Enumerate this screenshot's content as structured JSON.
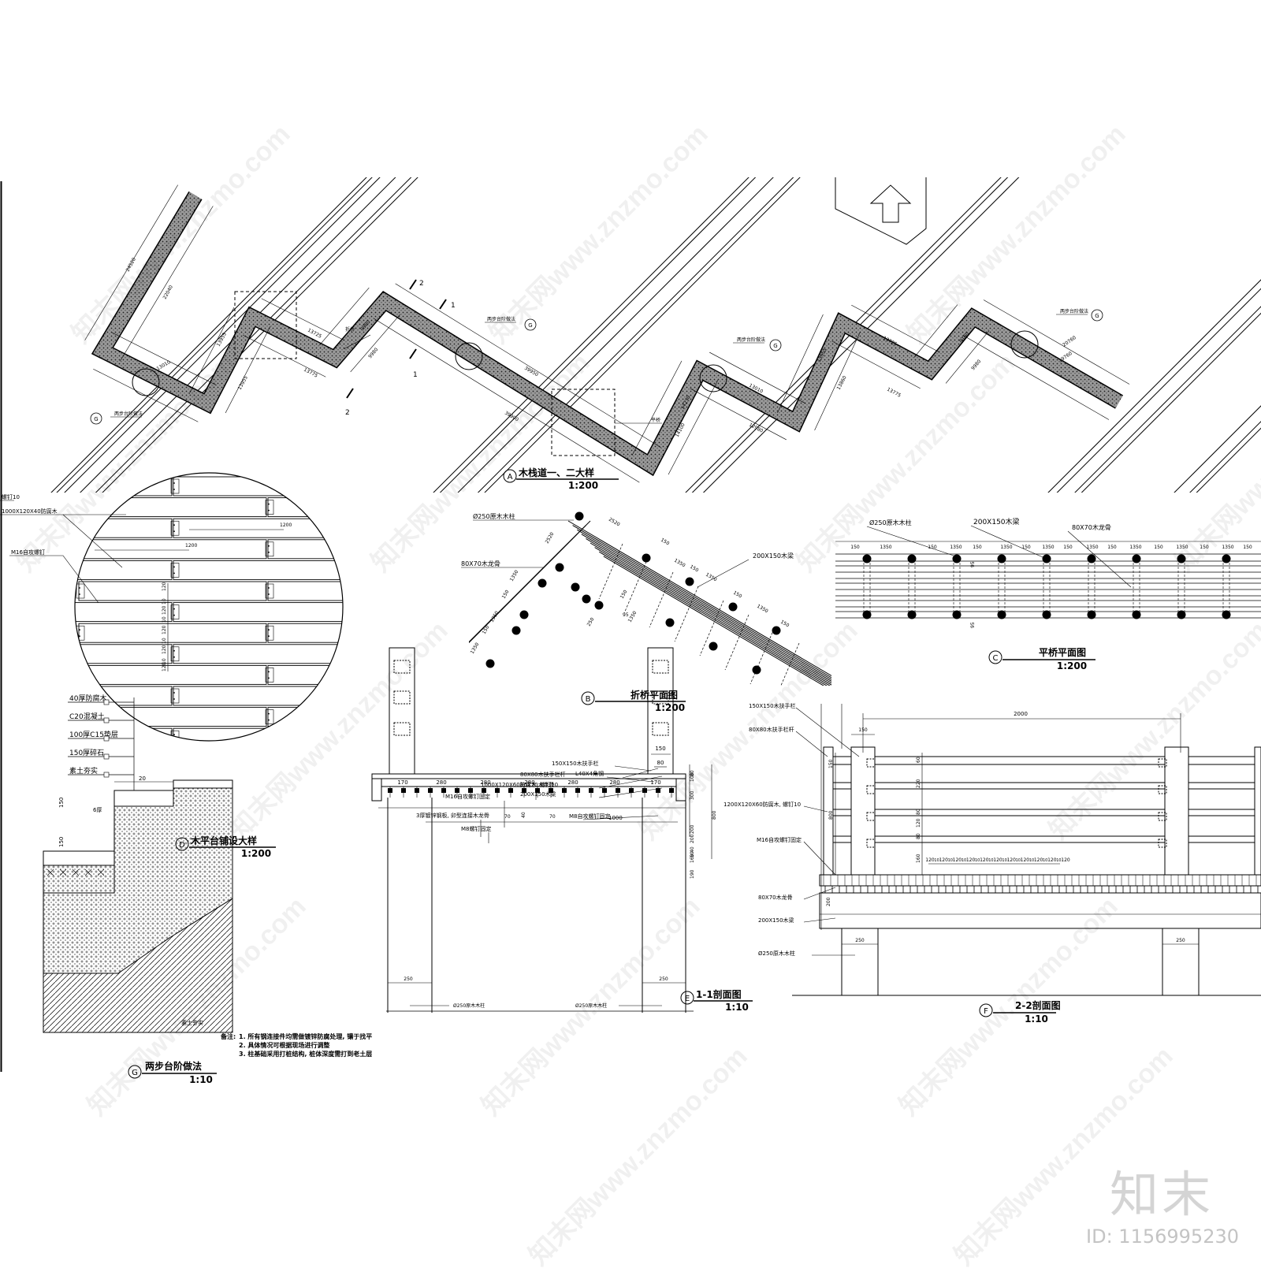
{
  "views": {
    "A": {
      "letter": "A",
      "title": "木栈道一、二大样",
      "scale": "1:200"
    },
    "B": {
      "letter": "B",
      "title": "折桥平面图",
      "scale": "1:200"
    },
    "C": {
      "letter": "C",
      "title": "平桥平面图",
      "scale": "1:200"
    },
    "D": {
      "letter": "D",
      "title": "木平台铺设大样",
      "scale": "1:200"
    },
    "E": {
      "letter": "E",
      "title": "1-1剖面图",
      "scale": "1:10"
    },
    "F": {
      "letter": "F",
      "title": "2-2剖面图",
      "scale": "1:10"
    },
    "G": {
      "letter": "G",
      "title": "两步台阶做法",
      "scale": "1:10"
    }
  },
  "plan_a": {
    "callout_step": "两步台阶做法",
    "label_fold_bridge": "折桥",
    "label_flat_bridge": "平桥",
    "ref_g": "G",
    "cut_1": "1",
    "cut_2": "2",
    "dims": [
      "24520",
      "22040",
      "13010",
      "13955",
      "13955",
      "13725",
      "13775",
      "9980",
      "9980",
      "39950",
      "39900",
      "14230",
      "14100",
      "13010",
      "12980",
      "13955",
      "13860",
      "13725",
      "13775",
      "9160",
      "9980",
      "20760",
      "19760"
    ]
  },
  "plan_b": {
    "label_post": "Ø250原木木柱",
    "label_joist": "80X70木龙骨",
    "label_beam": "200X150木梁",
    "dims": [
      "2520",
      "2520",
      "150",
      "1350",
      "150",
      "1350",
      "150",
      "1350",
      "150",
      "1350",
      "150",
      "1350",
      "150",
      "1350",
      "150",
      "1350",
      "95",
      "250"
    ]
  },
  "plan_c": {
    "label_post": "Ø250原木木柱",
    "label_beam": "200X150木梁",
    "label_joist": "80X70木龙骨",
    "dims": [
      "150",
      "1350",
      "150",
      "1350",
      "150",
      "1350",
      "150",
      "1350",
      "150",
      "1350",
      "150",
      "1350",
      "150",
      "1350",
      "150",
      "1350",
      "150",
      "95",
      "95"
    ]
  },
  "detail_d": {
    "label_top": "螺钉10",
    "label_board": "1000X120X40防腐木",
    "label_bolt": "M16自攻螺钉",
    "dim_1200a": "1200",
    "dim_1200b": "1200",
    "dims_v": [
      "120",
      "10",
      "120",
      "10",
      "120",
      "10",
      "120",
      "10",
      "120"
    ]
  },
  "section_g": {
    "layers": [
      "40厚防腐木",
      "C20混凝土",
      "100厚C15垫层",
      "150厚碎石",
      "素土夯实"
    ],
    "dim_top": "20",
    "dims": [
      "150",
      "150"
    ],
    "label_mid": "6厚",
    "label_ground": "素土夯实"
  },
  "notes": {
    "heading": "备注:",
    "lines": [
      "1. 所有钢连接件均需做镀锌防腐处理, 镶于找平",
      "2. 具体情况可根据现场进行调整",
      "3. 柱基础采用打桩结构, 桩体深度需打到老土层"
    ]
  },
  "section_e": {
    "labels": [
      "150X150木扶手栏",
      "80X80木扶手栏杆",
      "1000X120X60防腐木, 螺钉10",
      "M16自攻螺钉固定",
      "3厚镀锌钢板, 卯型连接木龙骨",
      "M8螺钉固定",
      "L40X4角钢",
      "80X70木龙骨",
      "200X150木梁",
      "M8自攻螺钉固定"
    ],
    "dims_top": [
      "150",
      "80"
    ],
    "dims_right": [
      "80",
      "100",
      "300",
      "800",
      "200",
      "200",
      "40",
      "50",
      "160",
      "190"
    ],
    "dims_mid": [
      "70",
      "70",
      "1000",
      "40"
    ],
    "dims_bottom": [
      "170",
      "280",
      "280",
      "280",
      "280",
      "280",
      "170"
    ],
    "dims_base": [
      "250",
      "250"
    ],
    "post_left": "Ø250原木木柱",
    "post_right": "Ø250原木木柱"
  },
  "section_f": {
    "labels": [
      "150X150木扶手栏",
      "80X80木扶手栏杆",
      "1200X120X60防腐木, 螺钉10",
      "M16自攻螺钉固定",
      "80X70木龙骨",
      "200X150木梁",
      "Ø250原木木柱"
    ],
    "dim_span": "2000",
    "dim_150": "150",
    "dims_left": [
      "150",
      "800"
    ],
    "dims_right": [
      "60",
      "220",
      "80",
      "120",
      "80",
      "160"
    ],
    "dims_bottom_left": [
      "200"
    ],
    "dims_spacing": [
      "120",
      "10",
      "120",
      "10",
      "120",
      "10",
      "120",
      "10",
      "120",
      "10",
      "120",
      "10",
      "120",
      "10",
      "120",
      "10",
      "120",
      "10",
      "120",
      "10",
      "120"
    ],
    "dims_post": [
      "250",
      "250"
    ]
  },
  "watermark": "知末网www.znzmo.com",
  "brand": "知末",
  "id_text": "ID: 1156995230"
}
